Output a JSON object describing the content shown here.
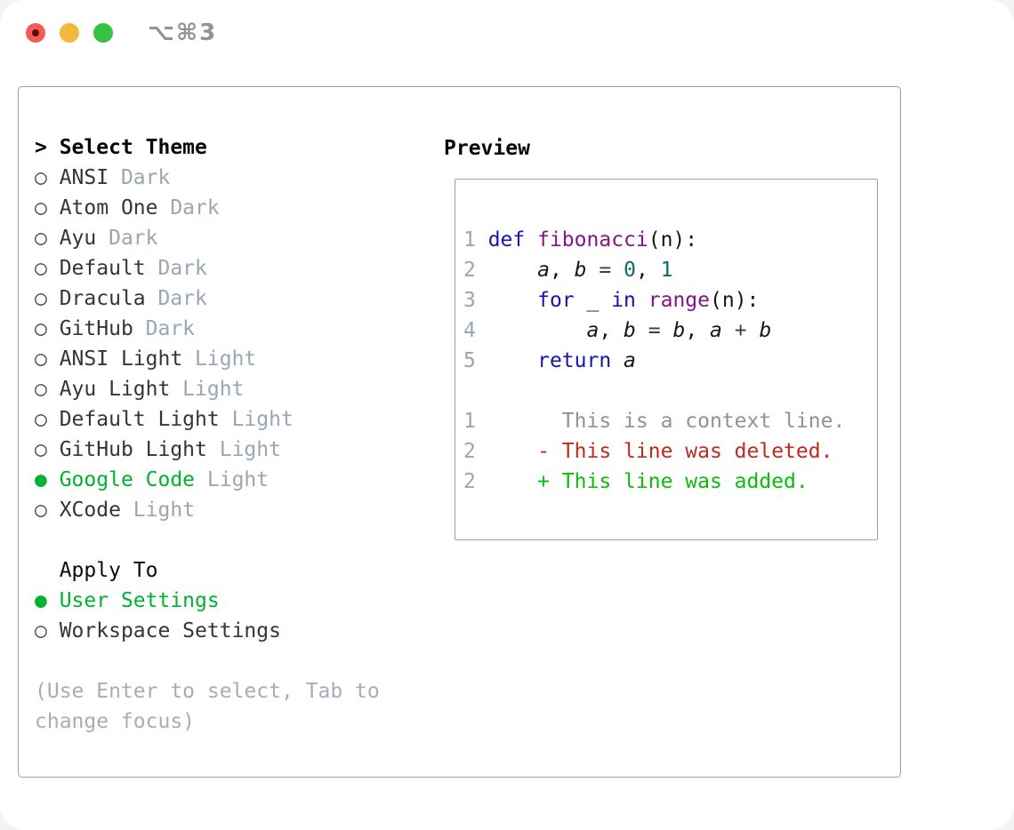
{
  "titlebar": {
    "shortcut_label": "⌥⌘3"
  },
  "theme_list": {
    "header_prefix": ">",
    "header": "Select Theme",
    "items": [
      {
        "name": "ANSI",
        "variant": "Dark",
        "selected": false
      },
      {
        "name": "Atom One",
        "variant": "Dark",
        "selected": false
      },
      {
        "name": "Ayu",
        "variant": "Dark",
        "selected": false
      },
      {
        "name": "Default",
        "variant": "Dark",
        "selected": false
      },
      {
        "name": "Dracula",
        "variant": "Dark",
        "selected": false
      },
      {
        "name": "GitHub",
        "variant": "Dark",
        "selected": false
      },
      {
        "name": "ANSI Light",
        "variant": "Light",
        "selected": false
      },
      {
        "name": "Ayu Light",
        "variant": "Light",
        "selected": false
      },
      {
        "name": "Default Light",
        "variant": "Light",
        "selected": false
      },
      {
        "name": "GitHub Light",
        "variant": "Light",
        "selected": false
      },
      {
        "name": "Google Code",
        "variant": "Light",
        "selected": true
      },
      {
        "name": "XCode",
        "variant": "Light",
        "selected": false
      }
    ]
  },
  "apply_to": {
    "header": "Apply To",
    "options": [
      {
        "label": "User Settings",
        "selected": true
      },
      {
        "label": "Workspace Settings",
        "selected": false
      }
    ]
  },
  "help_text": "(Use Enter to select, Tab to change focus)",
  "preview": {
    "header": "Preview",
    "rows": [
      {
        "num": "",
        "segments": []
      },
      {
        "num": "1",
        "kind": "code",
        "segments": [
          {
            "t": "def",
            "c": "kwd"
          },
          {
            "t": " ",
            "c": "pln"
          },
          {
            "t": "fibonacci",
            "c": "typ"
          },
          {
            "t": "(n):",
            "c": "pln"
          }
        ]
      },
      {
        "num": "2",
        "kind": "code",
        "segments": [
          {
            "t": "    ",
            "c": "pln"
          },
          {
            "t": "a",
            "c": "var"
          },
          {
            "t": ", ",
            "c": "pln"
          },
          {
            "t": "b",
            "c": "var"
          },
          {
            "t": " ",
            "c": "pln"
          },
          {
            "t": "=",
            "c": "op"
          },
          {
            "t": " ",
            "c": "pln"
          },
          {
            "t": "0",
            "c": "lit"
          },
          {
            "t": ", ",
            "c": "pln"
          },
          {
            "t": "1",
            "c": "lit"
          }
        ]
      },
      {
        "num": "3",
        "kind": "code",
        "segments": [
          {
            "t": "    ",
            "c": "pln"
          },
          {
            "t": "for",
            "c": "kwd"
          },
          {
            "t": " _ ",
            "c": "pln"
          },
          {
            "t": "in",
            "c": "kwd"
          },
          {
            "t": " ",
            "c": "pln"
          },
          {
            "t": "range",
            "c": "typ"
          },
          {
            "t": "(n):",
            "c": "pln"
          }
        ]
      },
      {
        "num": "4",
        "kind": "code",
        "segments": [
          {
            "t": "        ",
            "c": "pln"
          },
          {
            "t": "a",
            "c": "var"
          },
          {
            "t": ", ",
            "c": "pln"
          },
          {
            "t": "b",
            "c": "var"
          },
          {
            "t": " ",
            "c": "pln"
          },
          {
            "t": "=",
            "c": "op"
          },
          {
            "t": " ",
            "c": "pln"
          },
          {
            "t": "b",
            "c": "var"
          },
          {
            "t": ", ",
            "c": "pln"
          },
          {
            "t": "a",
            "c": "var"
          },
          {
            "t": " ",
            "c": "pln"
          },
          {
            "t": "+",
            "c": "op"
          },
          {
            "t": " ",
            "c": "pln"
          },
          {
            "t": "b",
            "c": "var"
          }
        ]
      },
      {
        "num": "5",
        "kind": "code",
        "segments": [
          {
            "t": "    ",
            "c": "pln"
          },
          {
            "t": "return",
            "c": "kwd"
          },
          {
            "t": " ",
            "c": "pln"
          },
          {
            "t": "a",
            "c": "var"
          }
        ]
      },
      {
        "num": "",
        "segments": []
      },
      {
        "num": "1",
        "kind": "diff-context",
        "segments": [
          {
            "t": "      This is a context line.",
            "c": "ctx"
          }
        ]
      },
      {
        "num": "2",
        "kind": "diff-deleted",
        "segments": [
          {
            "t": "    - This line was deleted.",
            "c": "del"
          }
        ]
      },
      {
        "num": "2",
        "kind": "diff-added",
        "segments": [
          {
            "t": "    + This line was added.",
            "c": "add"
          }
        ]
      },
      {
        "num": "",
        "segments": []
      }
    ]
  },
  "colors": {
    "accent_green": "#00b22d",
    "diff_deleted_red": "#c02a1c",
    "diff_added_green": "#0abd0a",
    "syntax_keyword_blue": "#1515ad",
    "syntax_function_purple": "#861486",
    "syntax_literal_teal": "#0a6a6a",
    "syntax_plain": "#161616",
    "muted_gray": "#9aa6b3",
    "context_gray": "#8b939d",
    "text_dark": "#31363b",
    "border_gray": "#98a2ae",
    "traffic_red": "#f25c54",
    "traffic_yellow": "#f5b83d",
    "traffic_green": "#35c245"
  }
}
